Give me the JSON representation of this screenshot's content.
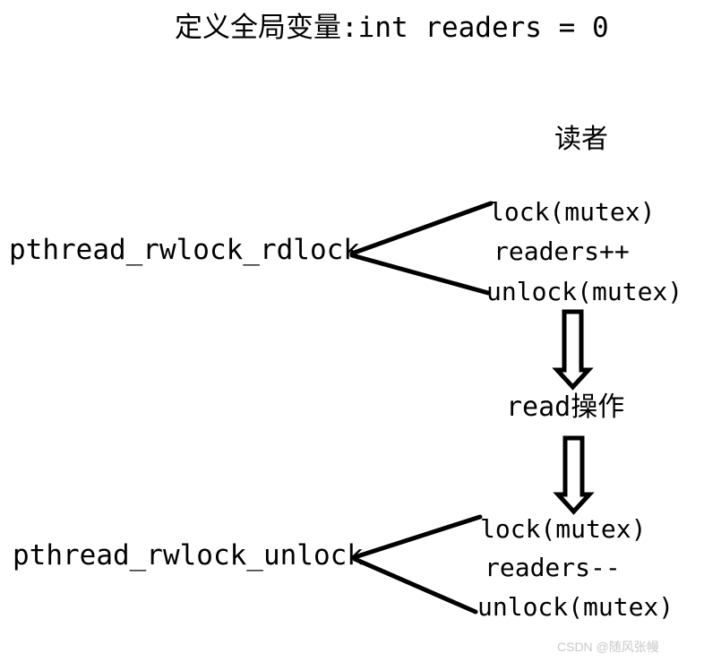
{
  "diagram": {
    "title": "定义全局变量:int readers = 0",
    "column_label": "读者",
    "nodes": {
      "rdlock_call": "pthread_rwlock_rdlock",
      "unlock_call": "pthread_rwlock_unlock",
      "read_operation": "read操作"
    },
    "rdlock_block": {
      "line1": "lock(mutex)",
      "line2": "readers++",
      "line3": "unlock(mutex)"
    },
    "unlock_block": {
      "line1": "lock(mutex)",
      "line2": "readers--",
      "line3": "unlock(mutex)"
    },
    "colors": {
      "ink": "#000000",
      "background": "#ffffff",
      "watermark": "#c9c9c9"
    }
  },
  "watermark": {
    "text": "CSDN @随风张幔"
  }
}
